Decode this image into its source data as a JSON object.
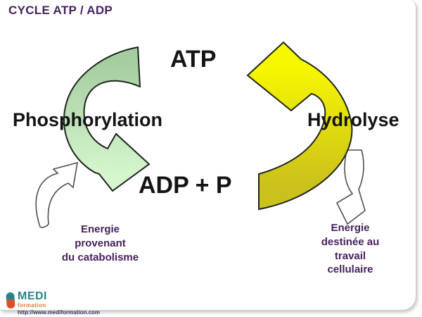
{
  "title": "CYCLE ATP / ADP",
  "diagram": {
    "atp_label": "ATP",
    "adp_label": "ADP + P",
    "left_process": "Phosphorylation",
    "right_process": "Hydrolyse",
    "left_note": "Energie\nprovenant\ndu catabolisme",
    "right_note": "Energie\ndestinée au\ntravail\ncellulaire",
    "arrows": [
      {
        "name": "phosphorylation-arrow",
        "meaning": "ATP formation from ADP + P",
        "color_top": "#a5cda0",
        "color_bottom": "#d6f7ce"
      },
      {
        "name": "hydrolyse-arrow",
        "meaning": "ATP breakdown to ADP + P",
        "color_top": "#f7f700",
        "color_bottom": "#cbc11c"
      },
      {
        "name": "energy-input-arrow",
        "meaning": "energy from catabolism enters cycle",
        "color": "#ffffff"
      },
      {
        "name": "energy-output-arrow",
        "meaning": "energy released for cellular work",
        "color": "#ffffff"
      }
    ]
  },
  "logo": {
    "brand": "MEDI",
    "sub": "formation",
    "url": "http://www.mediformation.com"
  },
  "colors": {
    "accent-purple": "#45215f",
    "brand-teal": "#2c8385",
    "brand-orange": "#e8792a",
    "url-navy": "#39395a"
  }
}
